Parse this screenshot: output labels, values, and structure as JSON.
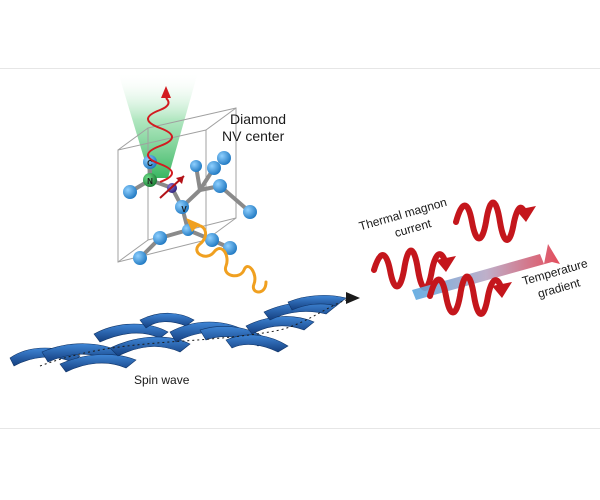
{
  "labels": {
    "nv_line1": "Diamond",
    "nv_line2": "NV center",
    "magnon_line1": "Thermal magnon",
    "magnon_line2": "current",
    "temp_line1": "Temperature",
    "temp_line2": "gradient",
    "spin_wave": "Spin wave",
    "atom_n": "N",
    "atom_c": "C",
    "atom_v": "V"
  },
  "colors": {
    "spin_blue": "#1f5fb3",
    "atom_blue": "#3a9ad9",
    "wave_red": "#c4161c",
    "photon_orange": "#f0a020",
    "laser_green": "#3cbf6a",
    "lattice_gray": "#9a9a9a"
  }
}
